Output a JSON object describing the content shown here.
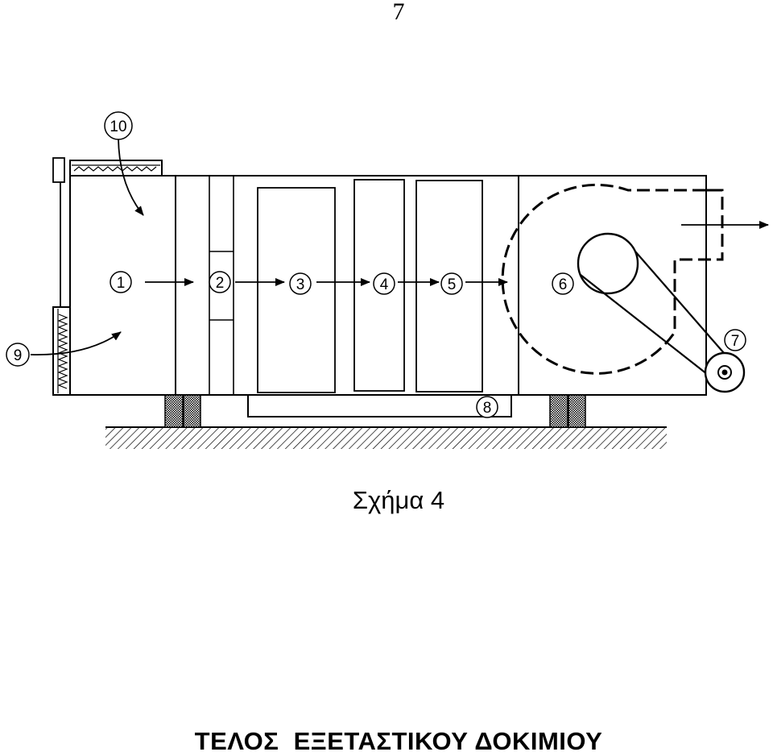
{
  "page_number": "7",
  "figure": {
    "labels": [
      "1",
      "2",
      "3",
      "4",
      "5",
      "6",
      "7",
      "8",
      "9",
      "10"
    ]
  },
  "caption": "Σχήμα 4",
  "footer": "ΤΕΛΟΣ  ΕΞΕΤΑΣΤΙΚΟΥ ΔΟΚΙΜΙΟΥ"
}
